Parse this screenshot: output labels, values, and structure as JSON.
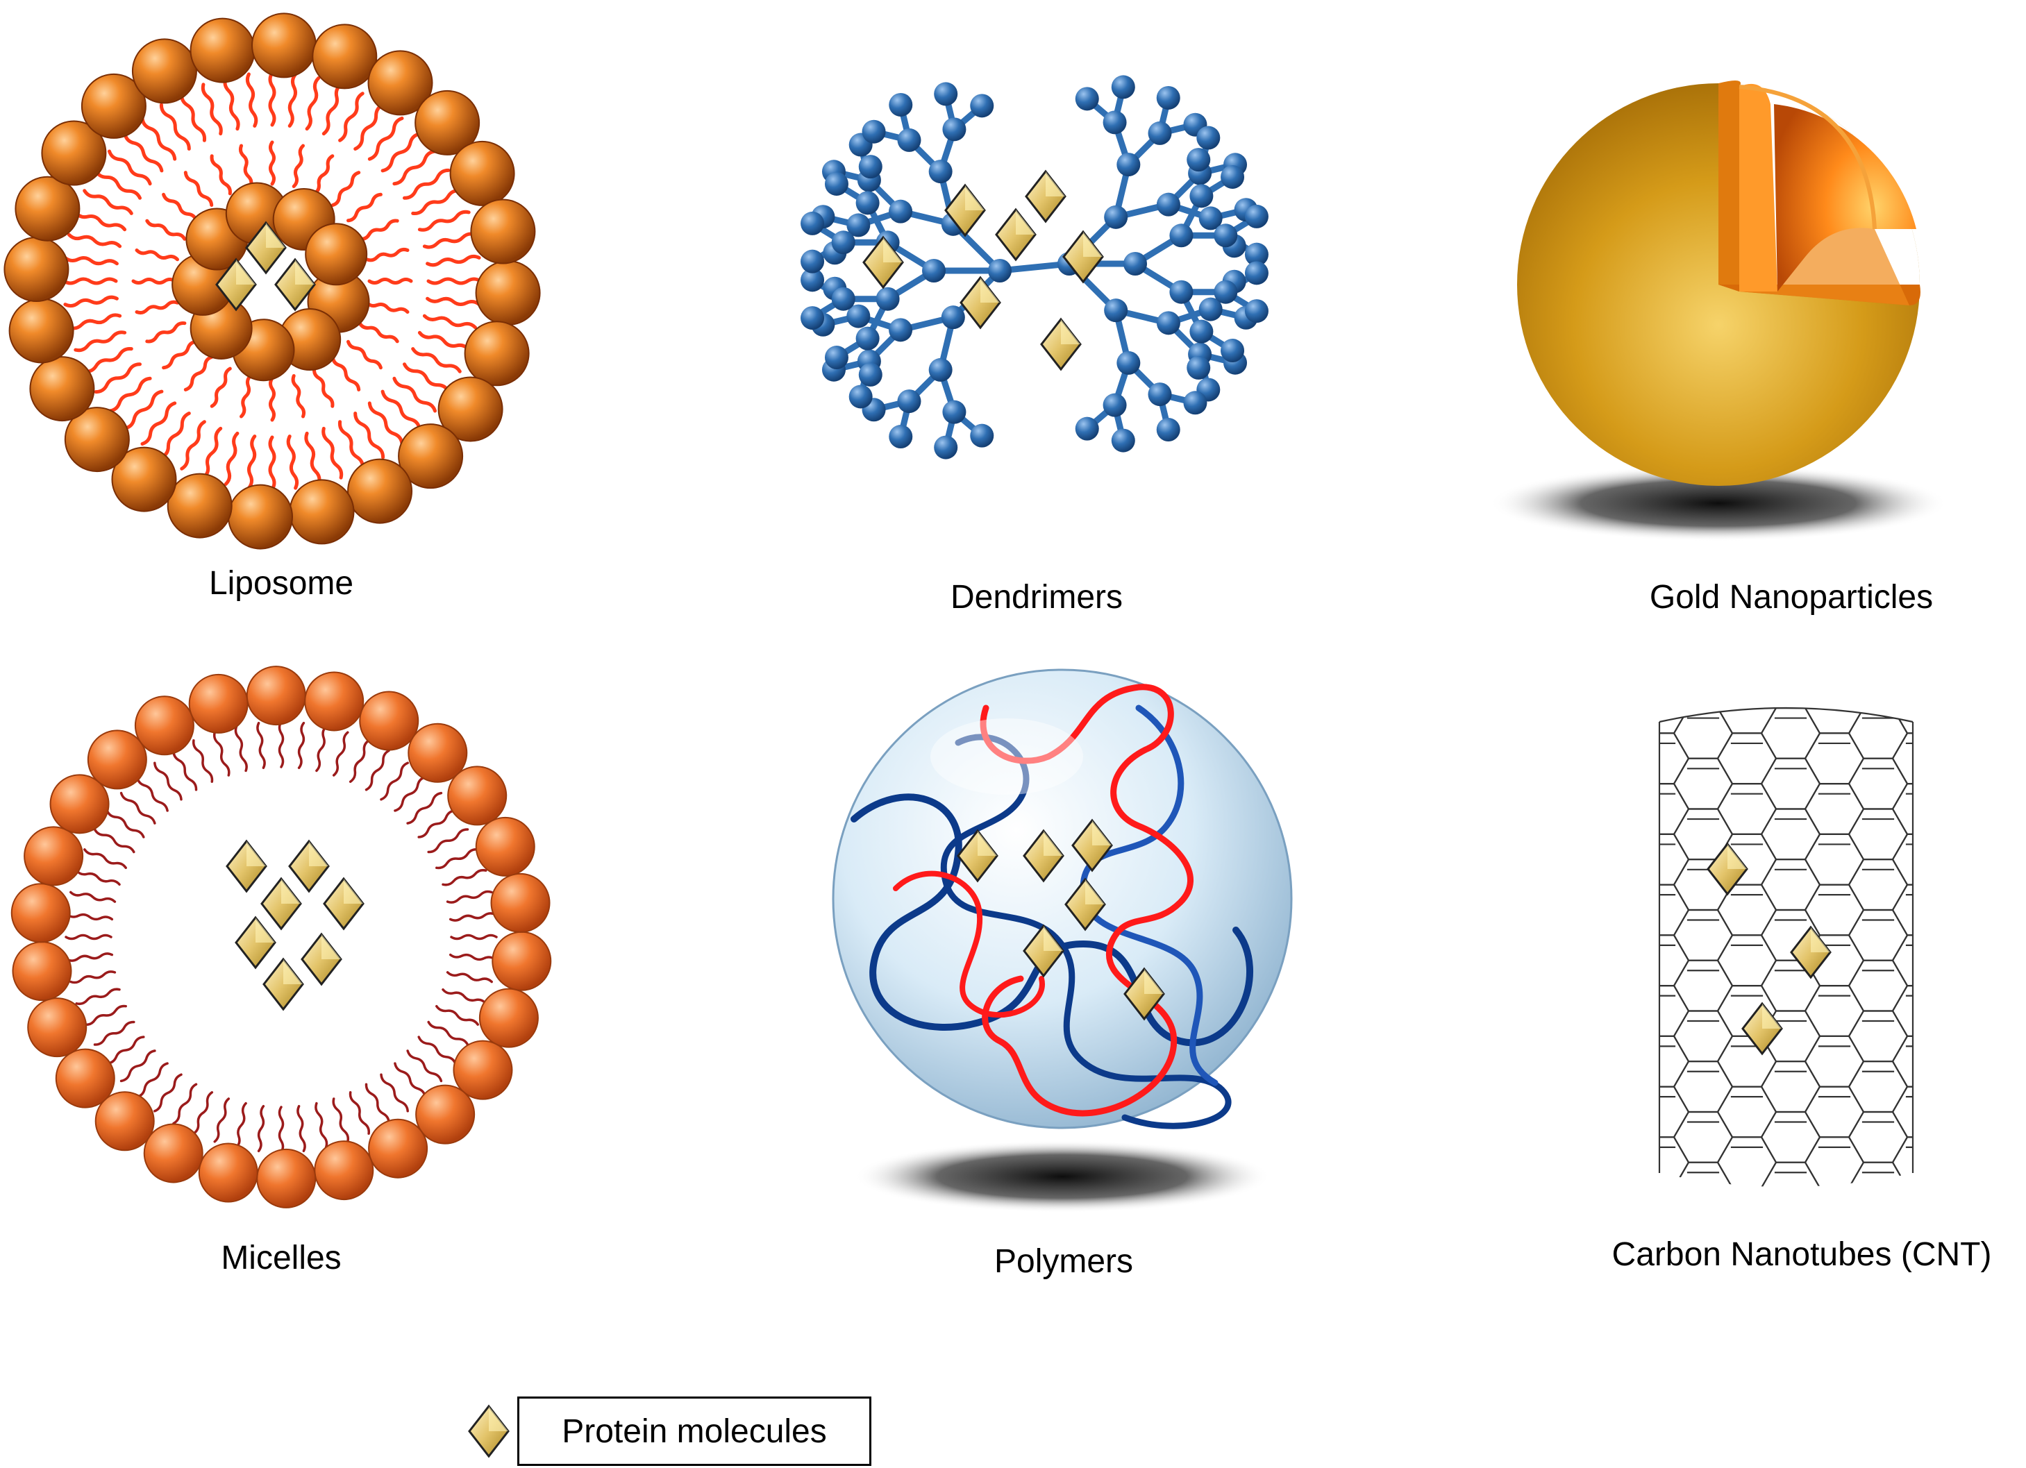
{
  "labels": {
    "liposome": "Liposome",
    "dendrimers": "Dendrimers",
    "gold": "Gold Nanoparticles",
    "micelles": "Micelles",
    "polymers": "Polymers",
    "cnt": "Carbon Nanotubes (CNT)"
  },
  "legend": {
    "text": "Protein molecules",
    "icon": "diamond-icon"
  },
  "colors": {
    "lipid_head": "#e8731a",
    "lipid_tail": "#ff3b1a",
    "micelle_tail": "#9b1b1b",
    "dendrimer": "#2f6fb3",
    "gold": "#d9a21c",
    "polymer_blue": "#0c3a8a",
    "polymer_red": "#ff1a1a",
    "protein": "#e8cf7a"
  }
}
